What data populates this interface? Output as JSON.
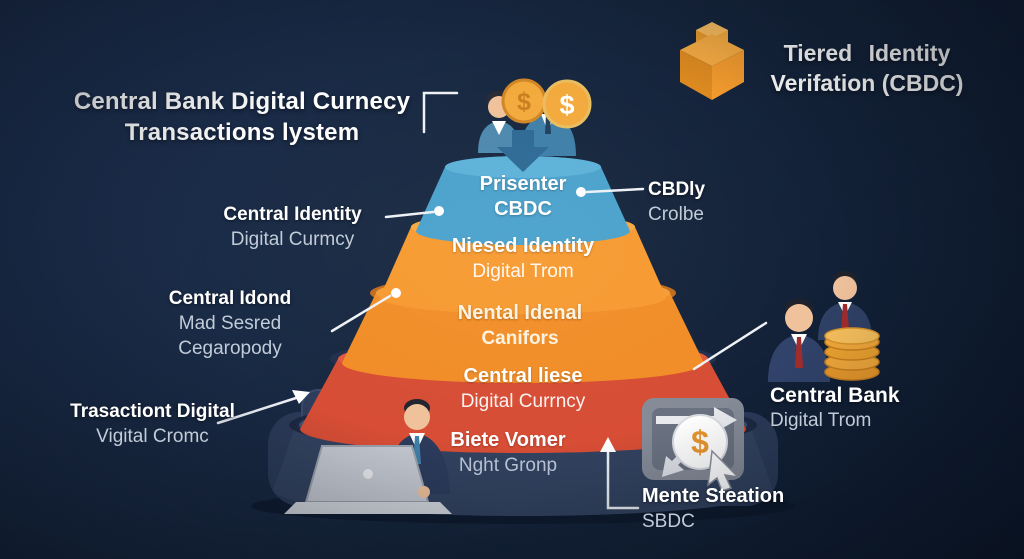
{
  "header": {
    "left_title": {
      "line1": "Central Bank Digital Curnecy",
      "line2": "Transactions lystem"
    },
    "right_title": {
      "line1": "Tiered Identity",
      "line2": "Verifation (CBDC)"
    }
  },
  "pyramid": {
    "tiers": [
      {
        "line1": "Prisenter",
        "line2": "CBDC",
        "color": "#4aa2cc"
      },
      {
        "line1": "Niesed Identity",
        "line2": "Digital Trom",
        "color": "#f79a30"
      },
      {
        "line1": "Nental Idenal",
        "line2": "Canifors",
        "color": "#f18d27"
      },
      {
        "line1": "Central liese",
        "line2": "Digital Currncy",
        "color": "#d74d35"
      },
      {
        "line1": "Biete Vomer",
        "line2": "Nght Gronp",
        "color": "#32425f"
      }
    ]
  },
  "callouts": {
    "left": [
      {
        "line1": "Central Identity",
        "line2": "Digital Curmcy"
      },
      {
        "line1": "Central Idond",
        "line2": "Mad Sesred",
        "line3": "Cegaropody"
      },
      {
        "line1": "Trasactiont Digital",
        "line2": "Vigital Cromc"
      }
    ],
    "right": [
      {
        "line1": "CBDly",
        "line2": "Crolbe"
      },
      {
        "line1": "Central Bank",
        "line2": "Digital Trom"
      },
      {
        "line1": "Mente Steation",
        "line2": "SBDC"
      }
    ]
  },
  "icons": {
    "top_right": "orange-box-icon",
    "pyramid_top": "businessmen-coins-icon",
    "central_bank": "bankers-coin-stack-icon",
    "bottom_left": "person-laptop-icon",
    "bottom_right": "dollar-transfer-icon",
    "currency_symbol": "$"
  },
  "colors": {
    "background": "#13233c",
    "tier_blue": "#4aa2cc",
    "tier_orange_light": "#f79a30",
    "tier_orange": "#f18d27",
    "tier_red": "#d74d35",
    "tier_navy": "#32425f",
    "accent_gold": "#f2a93b",
    "text_primary": "#ffffff",
    "text_secondary": "#c2cbd8"
  }
}
